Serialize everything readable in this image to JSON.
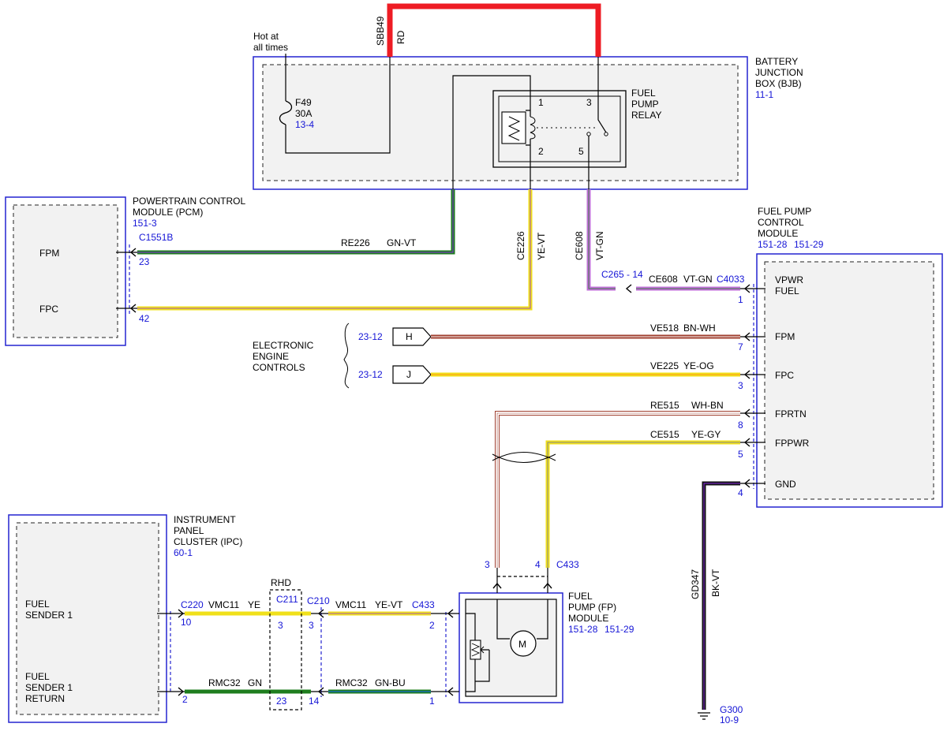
{
  "colors": {
    "RD": "#ee1c24",
    "GN-VT": [
      "#1e7d1e",
      "#8a2be2"
    ],
    "YE-VT": [
      "#f0e01a",
      "#8a2be2"
    ],
    "VT-GN": [
      "#c070d8",
      "#1e7d1e"
    ],
    "BN-WH": [
      "#a04030",
      "#ffffff"
    ],
    "YE-OG": [
      "#f0e01a",
      "#ff9a1a"
    ],
    "WH-BN": [
      "#ffffff",
      "#a04030"
    ],
    "YE-GY": [
      "#f0e01a",
      "#888888"
    ],
    "BK-VT": [
      "#111111",
      "#8a2be2"
    ],
    "YE": [
      "#f0e01a",
      "#f0e01a"
    ],
    "GN": [
      "#1e7d1e",
      "#1e7d1e"
    ],
    "GN-BU": [
      "#1e7d1e",
      "#1a6ad0"
    ],
    "link_blue": "#1515d6",
    "box_border": "#2424d0"
  },
  "bjb": {
    "hot_line1": "Hot at",
    "hot_line2": "all times",
    "fuse_name": "F49",
    "fuse_rating": "30A",
    "fuse_ref": "13-4",
    "title_line1": "BATTERY",
    "title_line2": "JUNCTION",
    "title_line3": "BOX (BJB)",
    "ref": "11-1",
    "relay_line1": "FUEL",
    "relay_line2": "PUMP",
    "relay_line3": "RELAY",
    "pin1": "1",
    "pin2": "2",
    "pin3": "3",
    "pin5": "5",
    "supply_circuit": "SBB49",
    "supply_color": "RD"
  },
  "pcm": {
    "title_line1": "POWERTRAIN CONTROL",
    "title_line2": "MODULE (PCM)",
    "ref": "151-3",
    "connector": "C1551B",
    "pin_fpm_label": "FPM",
    "pin_fpm_num": "23",
    "pin_fpc_label": "FPC",
    "pin_fpc_num": "42"
  },
  "wires": {
    "re226_circuit": "RE226",
    "re226_color": "GN-VT",
    "ce226_circuit": "CE226",
    "ce226_color": "YE-VT",
    "ce608_circuit": "CE608",
    "ce608_color": "VT-GN",
    "c265": "C265 - 14",
    "ce608_h_circuit": "CE608",
    "ce608_h_color": "VT-GN",
    "c4033": "C4033",
    "ve518_circuit": "VE518",
    "ve518_color": "BN-WH",
    "ve225_circuit": "VE225",
    "ve225_color": "YE-OG",
    "re515_circuit": "RE515",
    "re515_color": "WH-BN",
    "ce515_circuit": "CE515",
    "ce515_color": "YE-GY",
    "gd347_circuit": "GD347",
    "gd347_color": "BK-VT"
  },
  "eec": {
    "line1": "ELECTRONIC",
    "line2": "ENGINE",
    "line3": "CONTROLS",
    "ref_h": "23-12",
    "ref_j": "23-12",
    "tag_h": "H",
    "tag_j": "J"
  },
  "fpcm": {
    "title_line1": "FUEL PUMP",
    "title_line2": "CONTROL",
    "title_line3": "MODULE",
    "ref1": "151-28",
    "ref2": "151-29",
    "vpwr_line1": "VPWR",
    "vpwr_line2": "FUEL",
    "fpm": "FPM",
    "fpc": "FPC",
    "fprtn": "FPRTN",
    "fppwr": "FPPWR",
    "gnd": "GND",
    "pin_vpwr": "1",
    "pin_fpm": "7",
    "pin_fpc": "3",
    "pin_fprtn": "8",
    "pin_fppwr": "5",
    "pin_gnd": "4"
  },
  "ground": {
    "name": "G300",
    "ref": "10-9"
  },
  "ipc": {
    "title_line1": "INSTRUMENT",
    "title_line2": "PANEL",
    "title_line3": "CLUSTER (IPC)",
    "ref": "60-1",
    "fs1_line1": "FUEL",
    "fs1_line2": "SENDER 1",
    "fsr_line1": "FUEL",
    "fsr_line2": "SENDER 1",
    "fsr_line3": "RETURN",
    "connector": "C220",
    "pin_top": "10",
    "pin_bot": "2"
  },
  "lower_wires": {
    "vmc11_a_circuit": "VMC11",
    "vmc11_a_color": "YE",
    "rmc32_a_circuit": "RMC32",
    "rmc32_a_color": "GN",
    "rhd": "RHD",
    "c211": "C211",
    "c211_top": "3",
    "c211_bot": "23",
    "c210": "C210",
    "c210_top": "3",
    "c210_bot": "14",
    "vmc11_b_circuit": "VMC11",
    "vmc11_b_color": "YE-VT",
    "rmc32_b_circuit": "RMC32",
    "rmc32_b_color": "GN-BU",
    "c433": "C433",
    "c433_top": "2",
    "c433_bot": "1"
  },
  "fpmod": {
    "title_line1": "FUEL",
    "title_line2": "PUMP (FP)",
    "title_line3": "MODULE",
    "ref1": "151-28",
    "ref2": "151-29",
    "c433": "C433",
    "pin3": "3",
    "pin4": "4",
    "motor": "M"
  }
}
